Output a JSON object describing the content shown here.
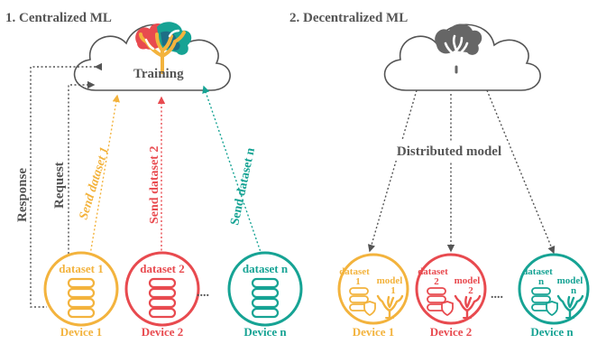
{
  "panels": {
    "centralized": {
      "title": "1. Centralized ML",
      "cloud_label": "Training",
      "response_label": "Response",
      "request_label": "Request",
      "arrows": [
        "Send dataset 1",
        "Send dataset 2",
        "Send dataset n"
      ],
      "devices": [
        {
          "dataset": "dataset 1",
          "name": "Device 1",
          "color": "#f3b33d"
        },
        {
          "dataset": "dataset 2",
          "name": "Device 2",
          "color": "#e84a4f"
        },
        {
          "dataset": "dataset n",
          "name": "Device n",
          "color": "#16a394"
        }
      ],
      "ellipsis": "....",
      "brain_icon": "colored-brain-tree-icon"
    },
    "decentralized": {
      "title": "2. Decentralized ML",
      "middle_label": "Distributed model",
      "devices": [
        {
          "dataset": "dataset",
          "dataset_idx": "1",
          "model": "model",
          "model_idx": "1",
          "name": "Device 1",
          "color": "#f3b33d"
        },
        {
          "dataset": "dataset",
          "dataset_idx": "2",
          "model": "model",
          "model_idx": "2",
          "name": "Device 2",
          "color": "#e84a4f"
        },
        {
          "dataset": "dataset",
          "dataset_idx": "n",
          "model": "model",
          "model_idx": "n",
          "name": "Device n",
          "color": "#16a394"
        }
      ],
      "ellipsis": "....",
      "brain_icon": "gray-brain-tree-icon"
    }
  },
  "colors": {
    "gray": "#555555",
    "brain_blue": "#1d6e86",
    "brain_yellow": "#f3b33d",
    "brain_red": "#e84a4f",
    "brain_teal": "#16a394"
  }
}
